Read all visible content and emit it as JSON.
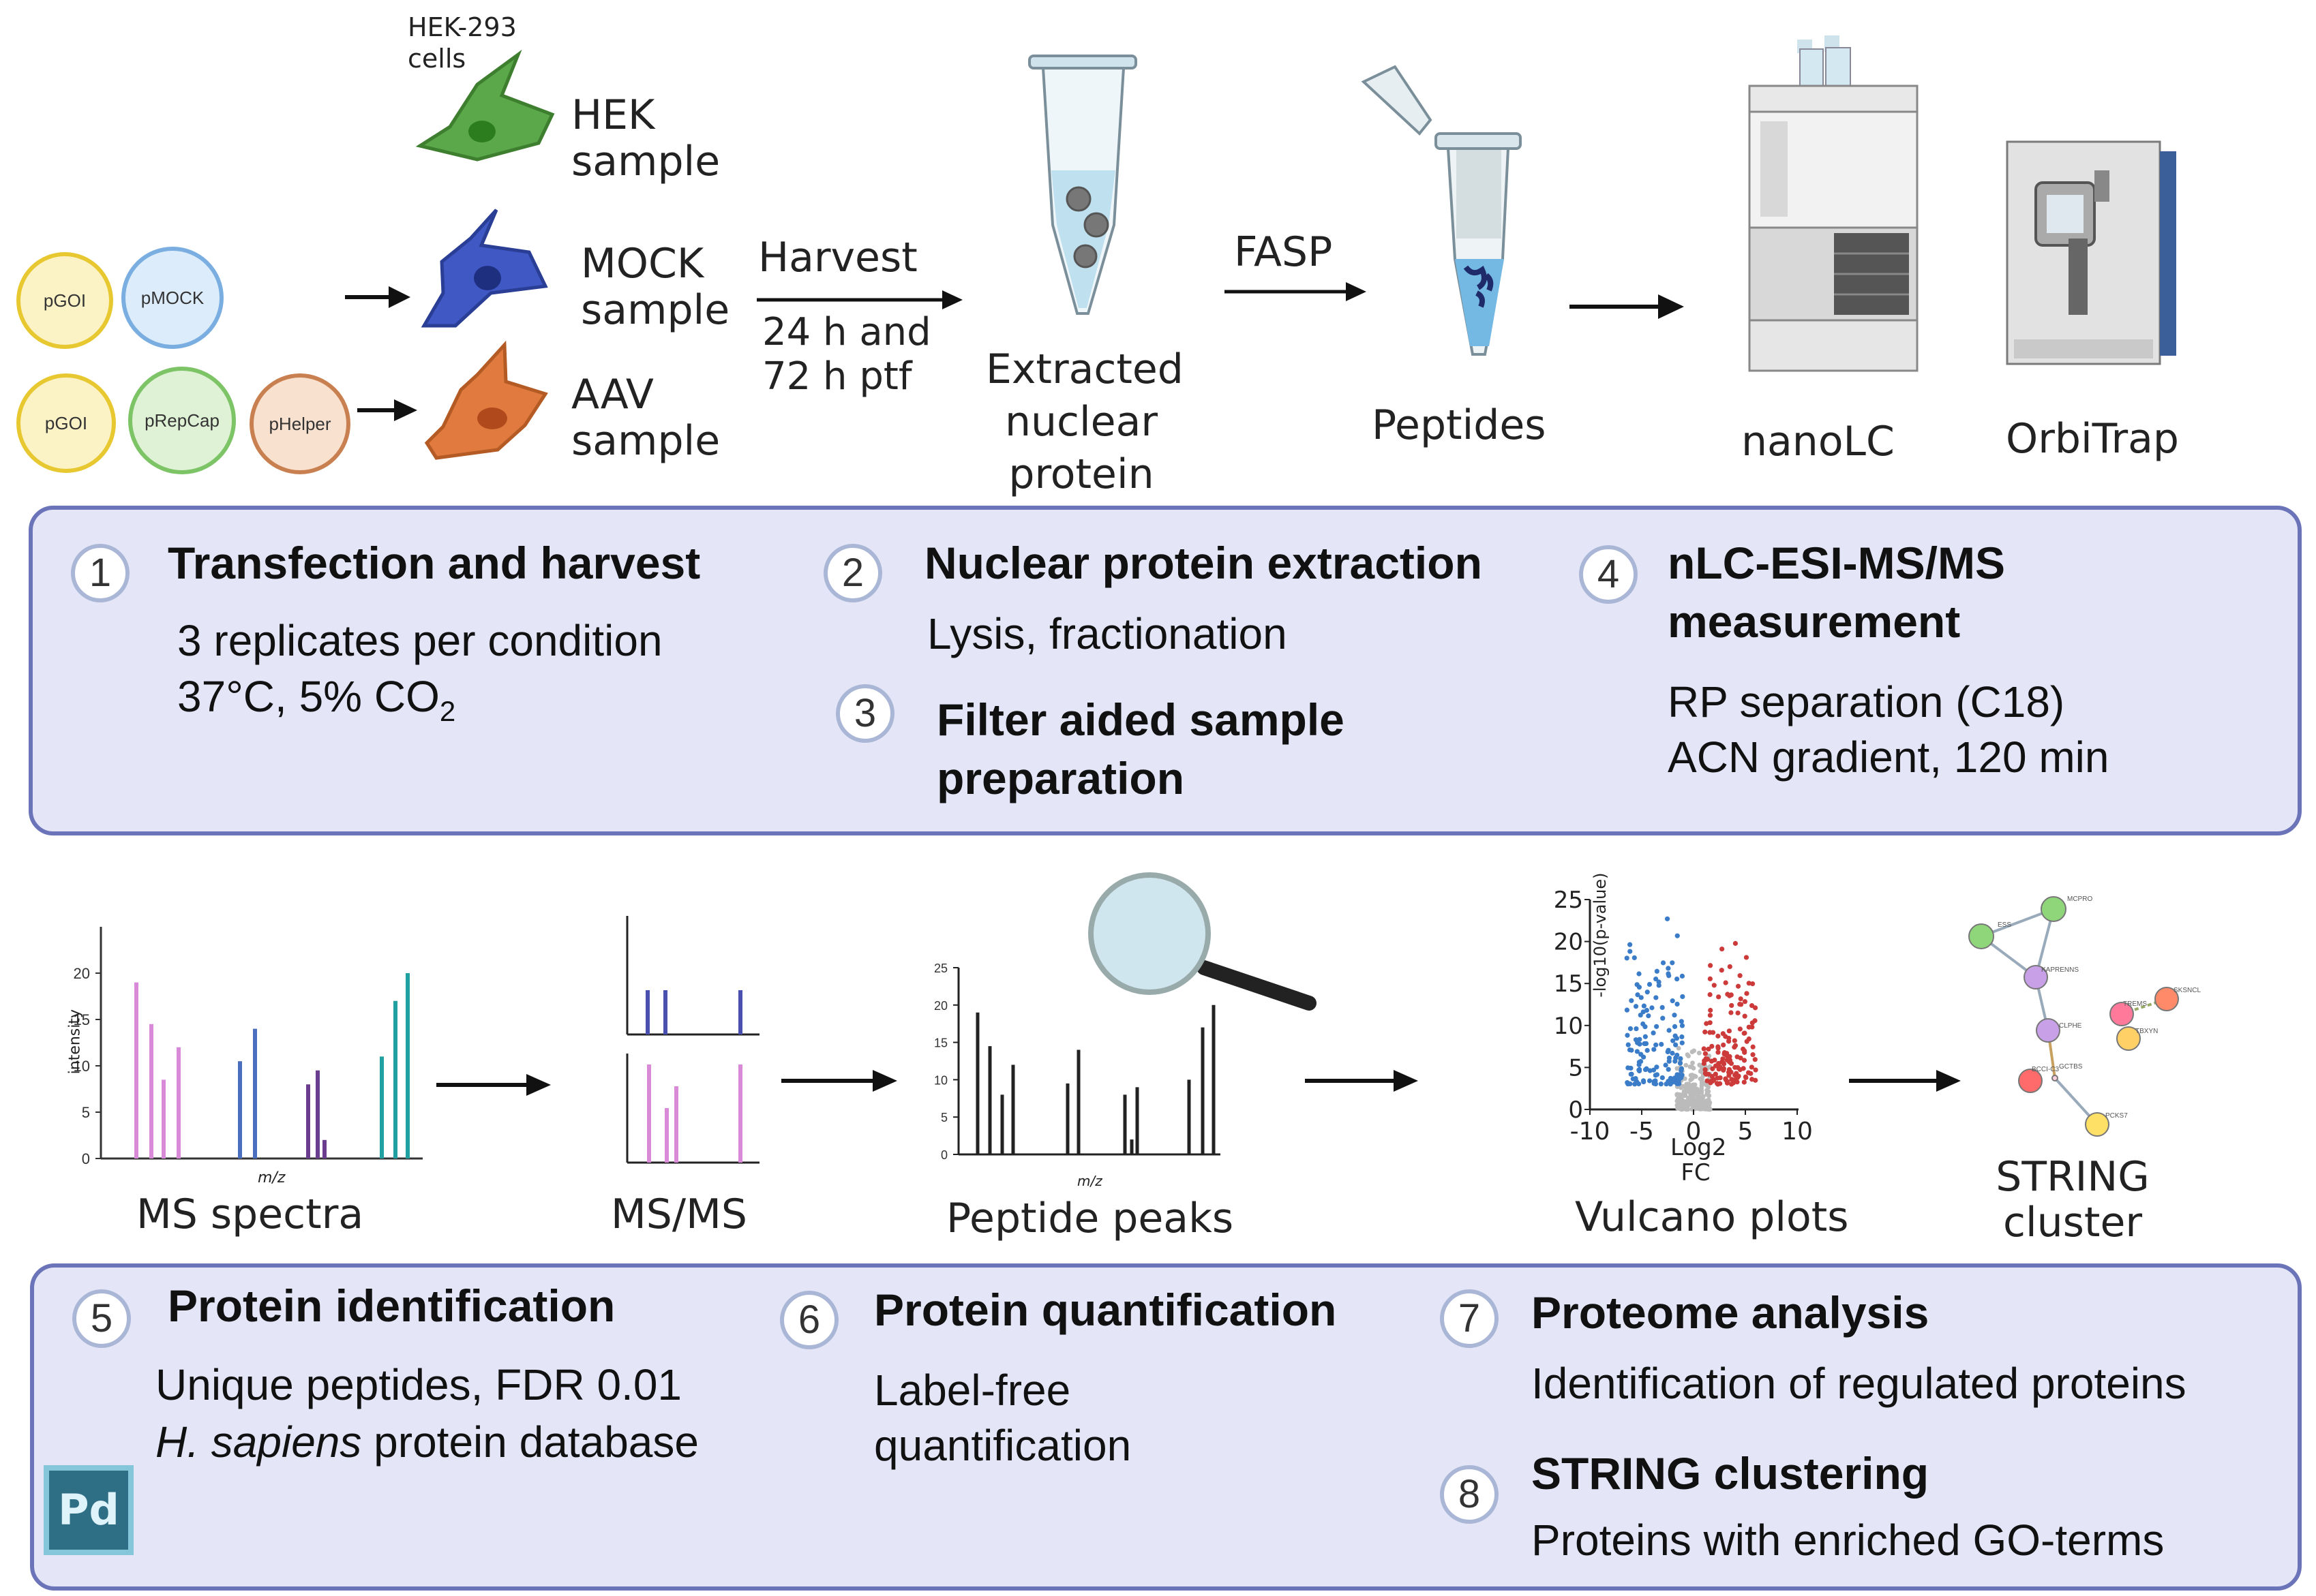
{
  "top": {
    "hek293_cells": "HEK-293\ncells",
    "plasmids": [
      "pGOI",
      "pMOCK",
      "pGOI",
      "pRepCap",
      "pHelper"
    ],
    "samples": {
      "hek": "HEK\nsample",
      "mock": "MOCK\nsample",
      "aav": "AAV\nsample"
    },
    "harvest": "Harvest",
    "harvest_time": "24 h and\n72 h ptf",
    "extracted": "Extracted\nnuclear\nprotein",
    "fasp": "FASP",
    "peptides": "Peptides",
    "nanolc": "nanoLC",
    "orbitrap": "OrbiTrap"
  },
  "panel1": {
    "steps": [
      {
        "num": "1",
        "title": "Transfection and harvest",
        "text": "3 replicates per condition",
        "text2": "37°C, 5% CO",
        "sub": "2"
      },
      {
        "num": "2",
        "title": "Nuclear protein extraction",
        "text": "Lysis, fractionation"
      },
      {
        "num": "3",
        "title": "Filter aided sample\npreparation"
      },
      {
        "num": "4",
        "title": "nLC-ESI-MS/MS\nmeasurement",
        "text": "RP separation (C18)\nACN gradient, 120 min"
      }
    ]
  },
  "bottom": {
    "ms_spectra": "MS spectra",
    "msms": "MS/MS",
    "peptide_peaks": "Peptide peaks",
    "vulcano": "Vulcano plots",
    "string": "STRING\ncluster",
    "mz": "m/z",
    "intensity": "intensity",
    "volcano_xlabel": "Log2\nFC",
    "volcano_ylabel": "-log10(p-value)",
    "string_nodes": [
      "MCPRO",
      "ESS",
      "KAPRENNS",
      "TREMS",
      "SKSNCL",
      "CLPHE",
      "TBXYN",
      "BCCI-C3",
      "PCKS7",
      "GCTBS"
    ]
  },
  "chart_data": [
    {
      "type": "bar",
      "title": "MS spectra",
      "xlabel": "m/z",
      "ylabel": "intensity",
      "ylim": [
        0,
        25
      ],
      "yticks": [
        0,
        5,
        10,
        15,
        20
      ],
      "series": [
        {
          "color": "#d88ad8",
          "values": [
            19,
            14.5,
            8.5,
            12
          ]
        },
        {
          "color": "#4a6fbf",
          "values": [
            10.5,
            14
          ]
        },
        {
          "color": "#6a3d8f",
          "values": [
            8,
            9.5,
            2
          ]
        },
        {
          "color": "#20a0a0",
          "values": [
            11,
            17,
            20
          ]
        }
      ]
    },
    {
      "type": "bar",
      "title": "MS/MS",
      "series": [
        {
          "color": "#4a50b0",
          "values": [
            5,
            5,
            5
          ]
        },
        {
          "color": "#d88ad8",
          "values": [
            9,
            5,
            7,
            9
          ]
        }
      ]
    },
    {
      "type": "bar",
      "title": "Peptide peaks",
      "xlabel": "m/z",
      "ylim": [
        0,
        25
      ],
      "yticks": [
        0,
        5,
        10,
        15,
        20,
        25
      ],
      "values": [
        19,
        14.5,
        8,
        12,
        9.5,
        14,
        8,
        2,
        9,
        10,
        17,
        20
      ]
    },
    {
      "type": "scatter",
      "title": "Vulcano plots",
      "xlabel": "Log2 FC",
      "ylabel": "-log10(p-value)",
      "xlim": [
        -10,
        10
      ],
      "ylim": [
        0,
        25
      ],
      "xticks": [
        -10,
        -5,
        0,
        5,
        10
      ],
      "yticks": [
        0,
        5,
        10,
        15,
        20,
        25
      ],
      "series": [
        {
          "color": "#3a7cc8"
        },
        {
          "color": "#cc3a3a"
        },
        {
          "color": "#bbbbbb"
        }
      ]
    }
  ],
  "panel2": {
    "steps": [
      {
        "num": "5",
        "title": "Protein identification",
        "text": "Unique peptides, FDR 0.01",
        "text_italic": "H. sapiens",
        "text_rest": " protein database"
      },
      {
        "num": "6",
        "title": "Protein quantification",
        "text": "Label-free\nquantification"
      },
      {
        "num": "7",
        "title": "Proteome analysis",
        "text": "Identification of regulated proteins"
      },
      {
        "num": "8",
        "title": "STRING clustering",
        "text": "Proteins with enriched GO-terms"
      }
    ]
  },
  "logo": "Pd",
  "colors": {
    "panel_bg": "#e4e6f8",
    "panel_border": "#6b74b8",
    "hek_cell": "#5aa84a",
    "mock_cell": "#3f58c4",
    "aav_cell": "#e07a3e"
  }
}
